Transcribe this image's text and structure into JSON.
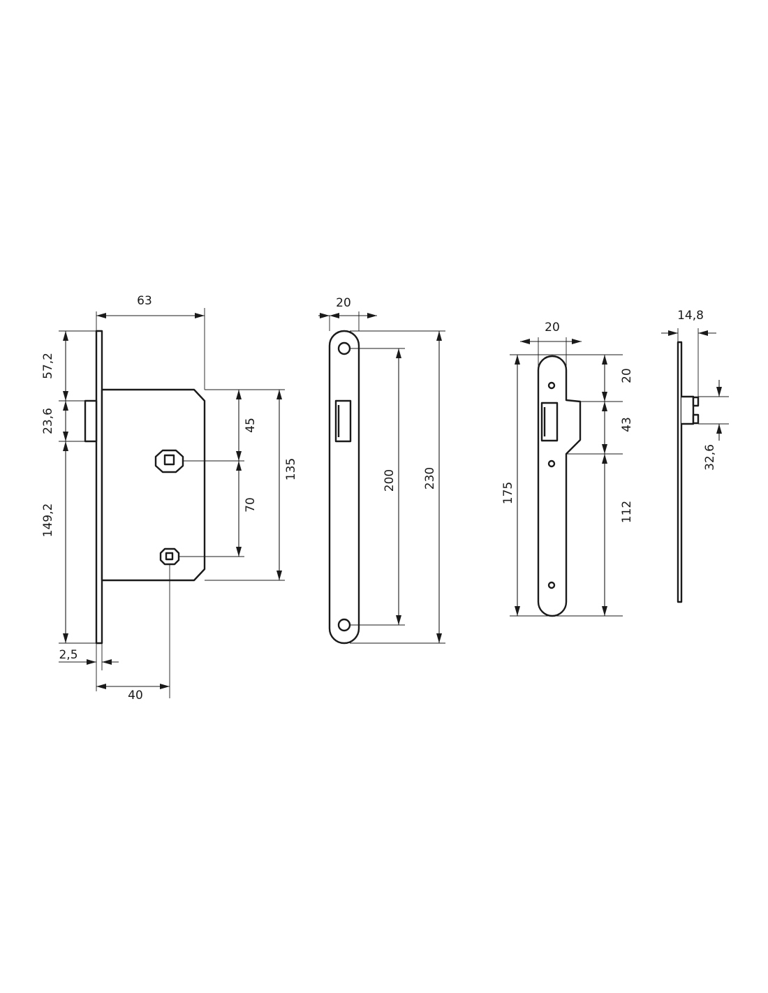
{
  "diagram": {
    "colors": {
      "stroke": "#1a1a1a",
      "background": "#ffffff"
    },
    "mortise_lock": {
      "width": "63",
      "faceplate_top_to_case": "57,2",
      "latch_height": "23,6",
      "latch_to_bottom": "149,2",
      "spindle_to_latch": "45",
      "spindle_to_keyhole": "70",
      "case_height": "135",
      "faceplate_thickness": "2,5",
      "backset": "40"
    },
    "faceplate": {
      "width": "20",
      "hole_spacing": "200",
      "length": "230"
    },
    "strike_plate": {
      "width": "20",
      "top_to_opening": "20",
      "opening_height": "43",
      "opening_to_bottom": "112",
      "length": "175"
    },
    "strike_profile": {
      "depth": "14,8",
      "offset": "32,6"
    }
  }
}
